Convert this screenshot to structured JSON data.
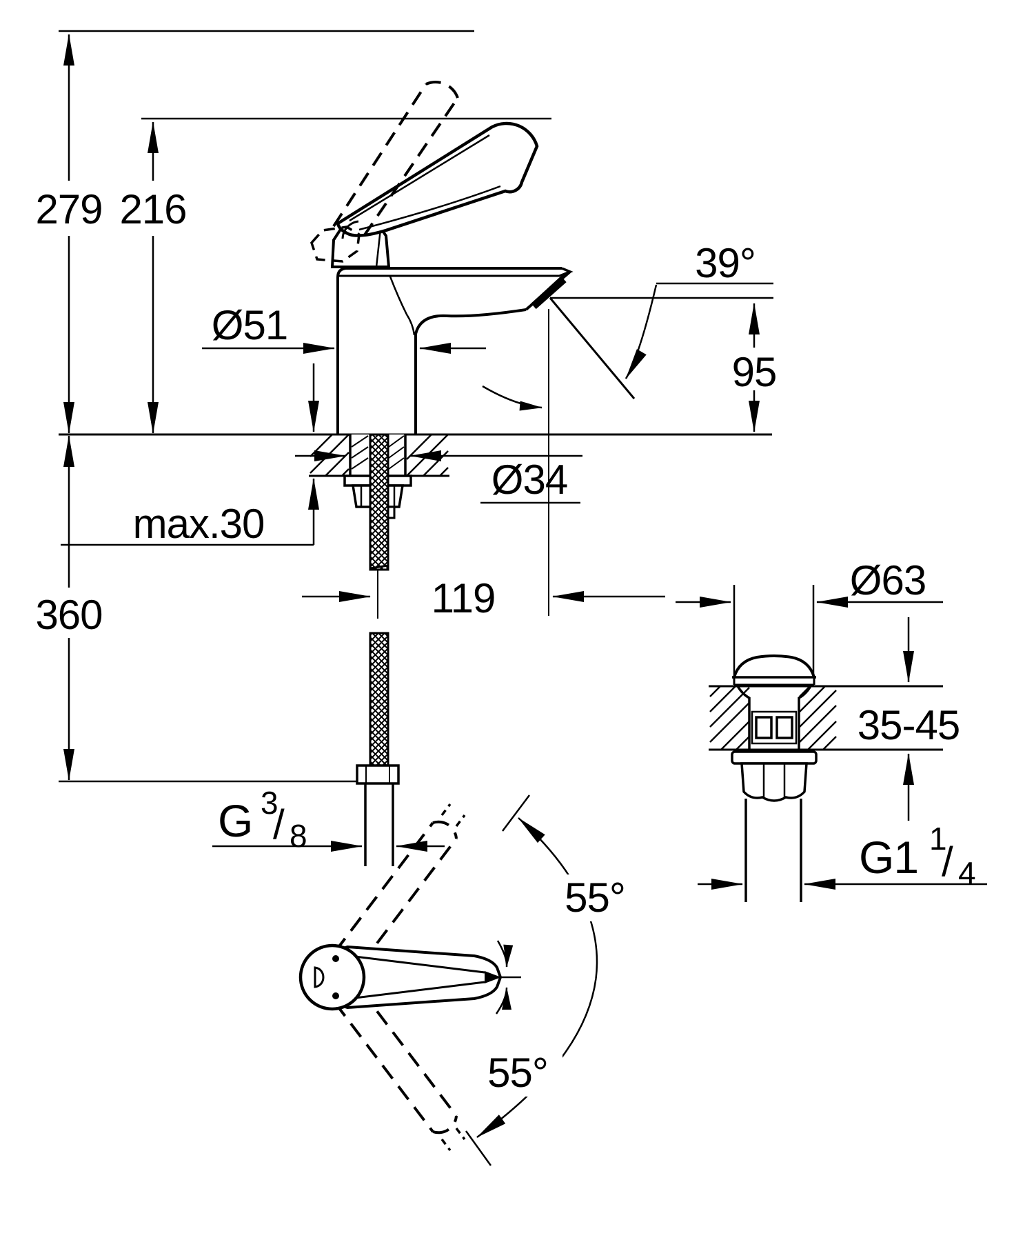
{
  "drawing": {
    "type": "technical-dimension-drawing",
    "subject": "single-lever basin mixer with long handle and pop-up waste",
    "units": "mm",
    "colors": {
      "line": "#000000",
      "background": "#ffffff"
    }
  },
  "labels": {
    "height_total": "279",
    "height_lever": "216",
    "body_diameter": "Ø51",
    "spout_angle": "39°",
    "spout_height": "95",
    "hole_diameter": "Ø34",
    "max_deck": "max.30",
    "hose_length": "360",
    "spout_reach": "119",
    "g38_g": "G",
    "g38_num": "3",
    "g38_slash": "/",
    "g38_den": "8",
    "waste_diameter": "Ø63",
    "deck_range": "35-45",
    "g114_g": "G1",
    "g114_num": "1",
    "g114_slash": "/",
    "g114_den": "4",
    "swivel_up": "55°",
    "swivel_down": "55°"
  }
}
